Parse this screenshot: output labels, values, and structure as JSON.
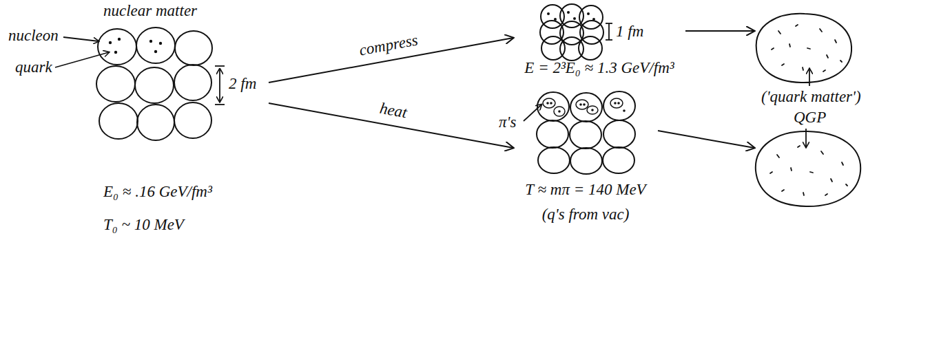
{
  "diagram": {
    "nodes": [
      {
        "text": [
          "nuclear matter",
          "E₀ ≈ .16 GeV/fm³",
          "T₀ ~ 10 MeV"
        ]
      },
      {
        "text": [
          "E = 2³E₀ ≈ 1.3 GeV/fm³"
        ]
      },
      {
        "text": [
          "T ≈ mπ = 140 MeV",
          "(q's from vac)"
        ]
      },
      {
        "text": []
      },
      {
        "text": []
      }
    ],
    "edges": [
      {
        "from": 0,
        "to": 1,
        "label": "compress",
        "arrow": "to"
      },
      {
        "from": 0,
        "to": 2,
        "label": "heat",
        "arrow": "to"
      },
      {
        "from": 1,
        "to": 3,
        "arrow": "to"
      },
      {
        "from": 2,
        "to": 4,
        "arrow": "to"
      }
    ],
    "labels": [
      "nucleon",
      "quark",
      "2 fm",
      "1 fm",
      "π's",
      "('quark matter')",
      "QGP"
    ]
  }
}
